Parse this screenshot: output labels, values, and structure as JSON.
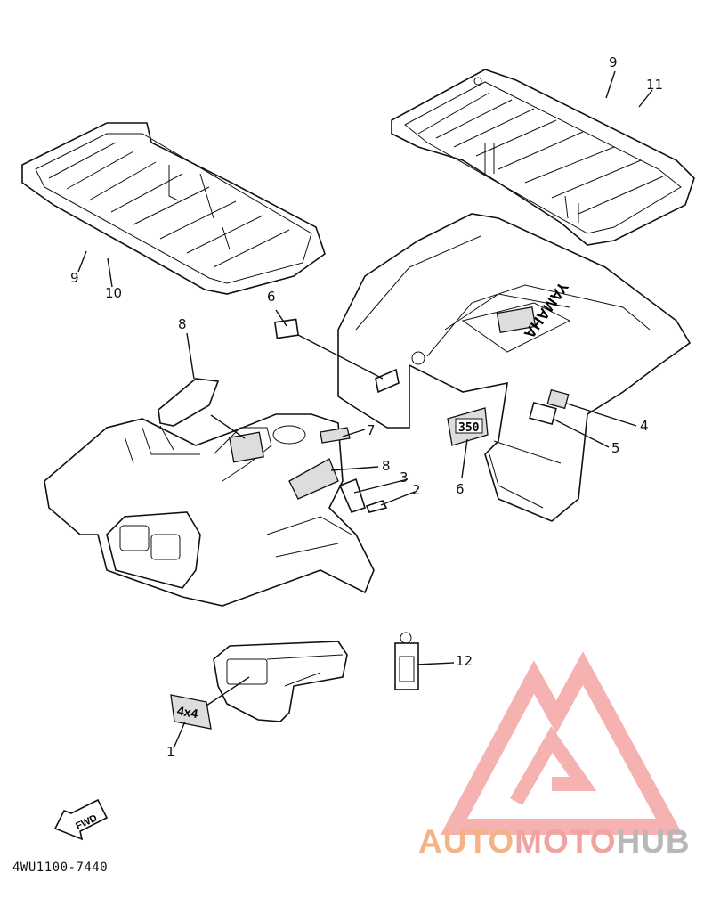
{
  "callouts": [
    {
      "id": "c9a",
      "label": "9"
    },
    {
      "id": "c11",
      "label": "11"
    },
    {
      "id": "c9b",
      "label": "9"
    },
    {
      "id": "c10",
      "label": "10"
    },
    {
      "id": "c6a",
      "label": "6"
    },
    {
      "id": "c8a",
      "label": "8"
    },
    {
      "id": "c7",
      "label": "7"
    },
    {
      "id": "c8b",
      "label": "8"
    },
    {
      "id": "c3",
      "label": "3"
    },
    {
      "id": "c2",
      "label": "2"
    },
    {
      "id": "c4",
      "label": "4"
    },
    {
      "id": "c5",
      "label": "5"
    },
    {
      "id": "c6b",
      "label": "6"
    },
    {
      "id": "c12",
      "label": "12"
    },
    {
      "id": "c1",
      "label": "1"
    }
  ],
  "decals": {
    "yamaha": "YAMAHA",
    "engine": "350",
    "drive": "4x4",
    "fwd": "FWD"
  },
  "part_code": "4WU1100-7440",
  "watermark": {
    "part1": "AUTO",
    "part2": "MOTO",
    "part3": "HUB",
    "color_auto": "#f4b384",
    "color_moto": "#f0a3a1",
    "color_hub": "#b8b8b8",
    "logo_color": "#f4a5a3"
  }
}
